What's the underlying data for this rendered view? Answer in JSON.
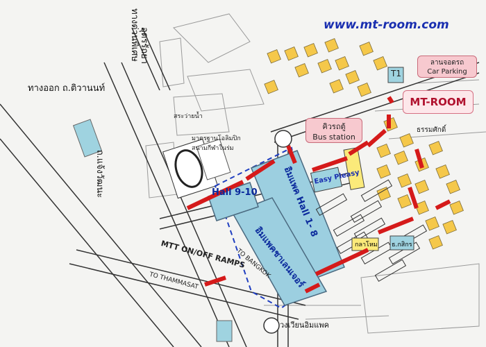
{
  "header": {
    "website": "www.mt-room.com"
  },
  "labels": {
    "exit_road": "ทางออก ถ.ติวานนท์",
    "left_road": "ถ.แจ้งวัฒนะ",
    "north_road": "ทางด่วนพิเศษ",
    "north_road_2": "อุดรรัถยา",
    "landmark_1": "สระว่ายน้ำ",
    "landmark_2": "มาตรฐานโอลิมปิก",
    "landmark_3": "สนามกีฬาในร่ม",
    "parking_thai": "ลานจอดรถ",
    "parking_en": "Car Parking",
    "t1": "T1",
    "mt_room": "MT-ROOM",
    "bus_thai": "คิวรถตู้",
    "bus_en": "Bus station",
    "right_area": "ธรรมศักดิ์",
    "hall_9_10": "Hall 9-10",
    "hall_1_8": "อิมแพค Hall 1- 8",
    "hall_challenger": "อิมแพคชาเลนเจอร์",
    "easy_pleasy": "Easy Pleasy",
    "mtt_ramps": "MTT ON/OFF RAMPS",
    "to_thammasat": "TO THAMMASAT",
    "to_bangkok": "TO BANGKOK",
    "roundabout": "วงเวียนอิมแพค",
    "zone_2": "กลาโหม",
    "zone_3": "ธ.กสิกร"
  }
}
